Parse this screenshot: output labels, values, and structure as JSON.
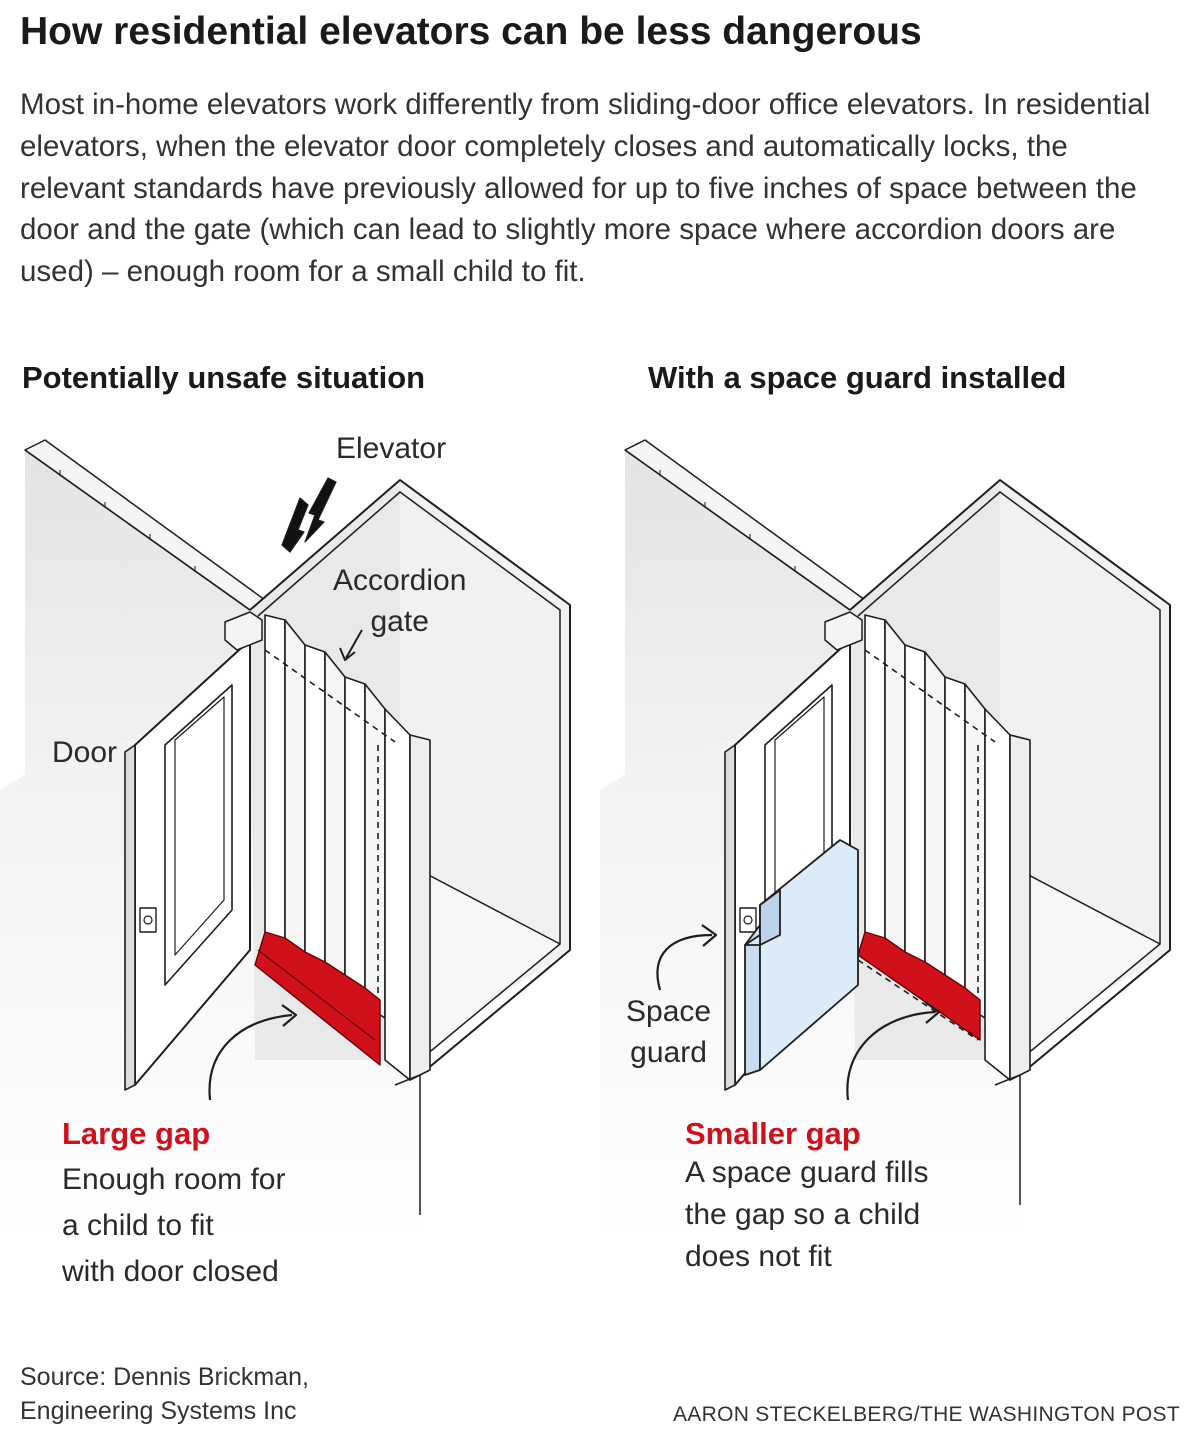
{
  "title": "How residential elevators can be less dangerous",
  "intro": "Most in-home elevators work differently from sliding-door office elevators. In residential elevators, when the elevator door completely closes and automatically locks, the relevant standards have previously allowed for up to five inches of space between the door and the gate (which can lead to slightly more space where accordion doors are used) – enough room for a small child to fit.",
  "panels": {
    "left": {
      "heading": "Potentially unsafe situation",
      "labels": {
        "elevator": "Elevator",
        "accordion_gate": [
          "Accordion",
          "gate"
        ],
        "door": "Door"
      },
      "gap_title": "Large gap",
      "gap_desc": [
        "Enough room for",
        "a child to fit",
        "with door closed"
      ]
    },
    "right": {
      "heading": "With a space guard installed",
      "labels": {
        "space_guard": [
          "Space",
          "guard"
        ]
      },
      "gap_title": "Smaller gap",
      "gap_desc": [
        "A space guard fills",
        "the gap so a child",
        "does not fit"
      ]
    }
  },
  "source": [
    "Source: Dennis Brickman,",
    "Engineering Systems Inc"
  ],
  "credit": "AARON STECKELBERG/THE WASHINGTON POST",
  "colors": {
    "gap_red": "#d0111b",
    "space_guard_blue": "#dcebf8",
    "wall": "#ececec",
    "floor": "#f3f3f3",
    "outline": "#1e1e1e"
  },
  "icons": [
    "up-down-arrows-icon",
    "curved-pointer-arrow-icon"
  ]
}
